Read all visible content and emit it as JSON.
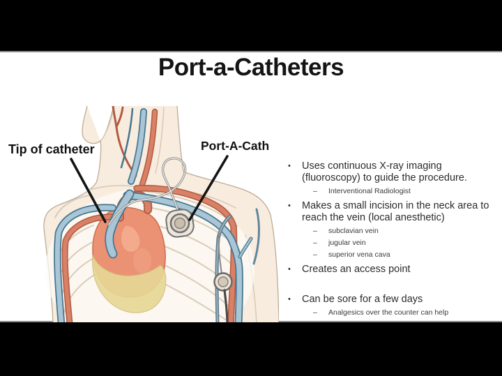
{
  "slide": {
    "title": "Port-a-Catheters",
    "diagram": {
      "label_tip": "Tip of catheter",
      "label_port": "Port-A-Cath"
    },
    "markers": {
      "bullet": "•",
      "dash": "–"
    },
    "bullets": [
      {
        "text": "Uses continuous X-ray imaging (fluoroscopy) to guide the procedure.",
        "subitems": [
          "Interventional Radiologist"
        ]
      },
      {
        "text": "Makes a small incision in the neck area to reach the vein (local anesthetic)",
        "subitems": [
          "subclavian vein",
          "jugular vein",
          "superior vena cava"
        ]
      },
      {
        "text": "Creates an access point",
        "subitems": []
      },
      {
        "text": "Can be sore for a few days",
        "subitems": [
          "Analgesics over the counter can help"
        ]
      }
    ],
    "colors": {
      "skin": "#f8ecdf",
      "skin_outline": "#bcab97",
      "vein_fill": "#a8c6d6",
      "vein_stroke": "#46758f",
      "artery_fill": "#d98166",
      "artery_stroke": "#b15a40",
      "heart": "#ec9274",
      "heart_yellow": "#e7d795",
      "rib_line": "#d5c8b4",
      "leader_line": "#141414"
    }
  }
}
